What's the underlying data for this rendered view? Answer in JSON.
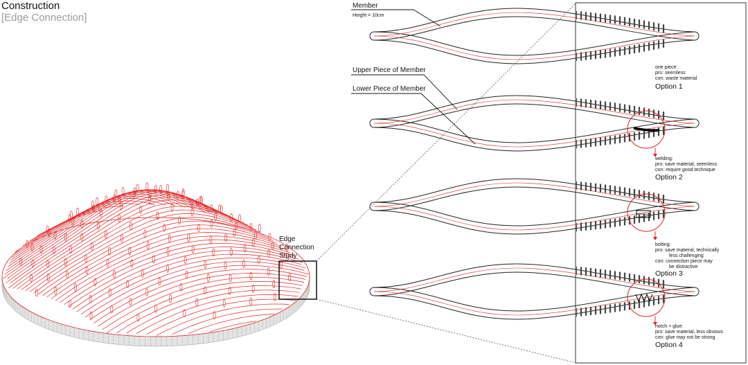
{
  "title": "Construction",
  "subtitle": "[Edge Connection]",
  "study_label": [
    "Edge",
    "Connection",
    "Study"
  ],
  "callouts": {
    "member": "Member",
    "member_height": "Height = 10cm",
    "upper": "Upper Piece of Member",
    "lower": "Lower Piece of Member"
  },
  "options": [
    {
      "lines": [
        "one piece:",
        "pro: seemless",
        "con: waste material"
      ],
      "label": "Option 1"
    },
    {
      "lines": [
        "welding:",
        "pro: save material, seemless",
        "con: require good technique"
      ],
      "label": "Option 2"
    },
    {
      "lines": [
        "bolting:",
        "pro: save matieral, technically",
        "less challenging",
        "con: connection piece may",
        "be distractive"
      ],
      "label": "Option 3"
    },
    {
      "lines": [
        "notch + glue:",
        "pro: save material, less obvious",
        "con: glue may not be strong"
      ],
      "label": "Option 4"
    }
  ],
  "colors": {
    "accent": "#e02020",
    "hatch": "#444444",
    "line": "#222222",
    "muted": "#9a9a9a"
  }
}
